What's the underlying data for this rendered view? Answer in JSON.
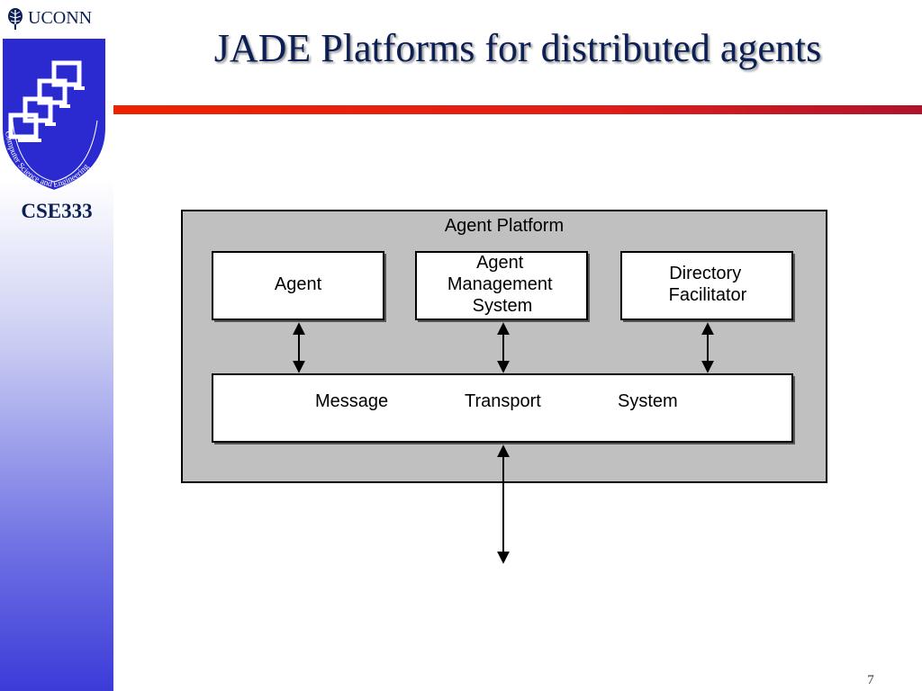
{
  "header": {
    "brand": "UCONN",
    "title": "JADE Platforms for distributed agents"
  },
  "sidebar": {
    "logo_ring_text": "Computer Science and Engineering",
    "course": "CSE333"
  },
  "diagram": {
    "platform_label": "Agent Platform",
    "agent_label": "Agent",
    "ams_lines": [
      "Agent",
      "Management",
      "System"
    ],
    "df_lines": [
      "Directory",
      "Facilitator"
    ],
    "mts_words": [
      "Message",
      "Transport",
      "System"
    ]
  },
  "footer": {
    "page_number": "7"
  },
  "colors": {
    "title": "#0b1f55",
    "rule": "#e11d18",
    "platform_fill": "#c0c0c0",
    "sidebar_bottom": "#3b3bd8"
  }
}
